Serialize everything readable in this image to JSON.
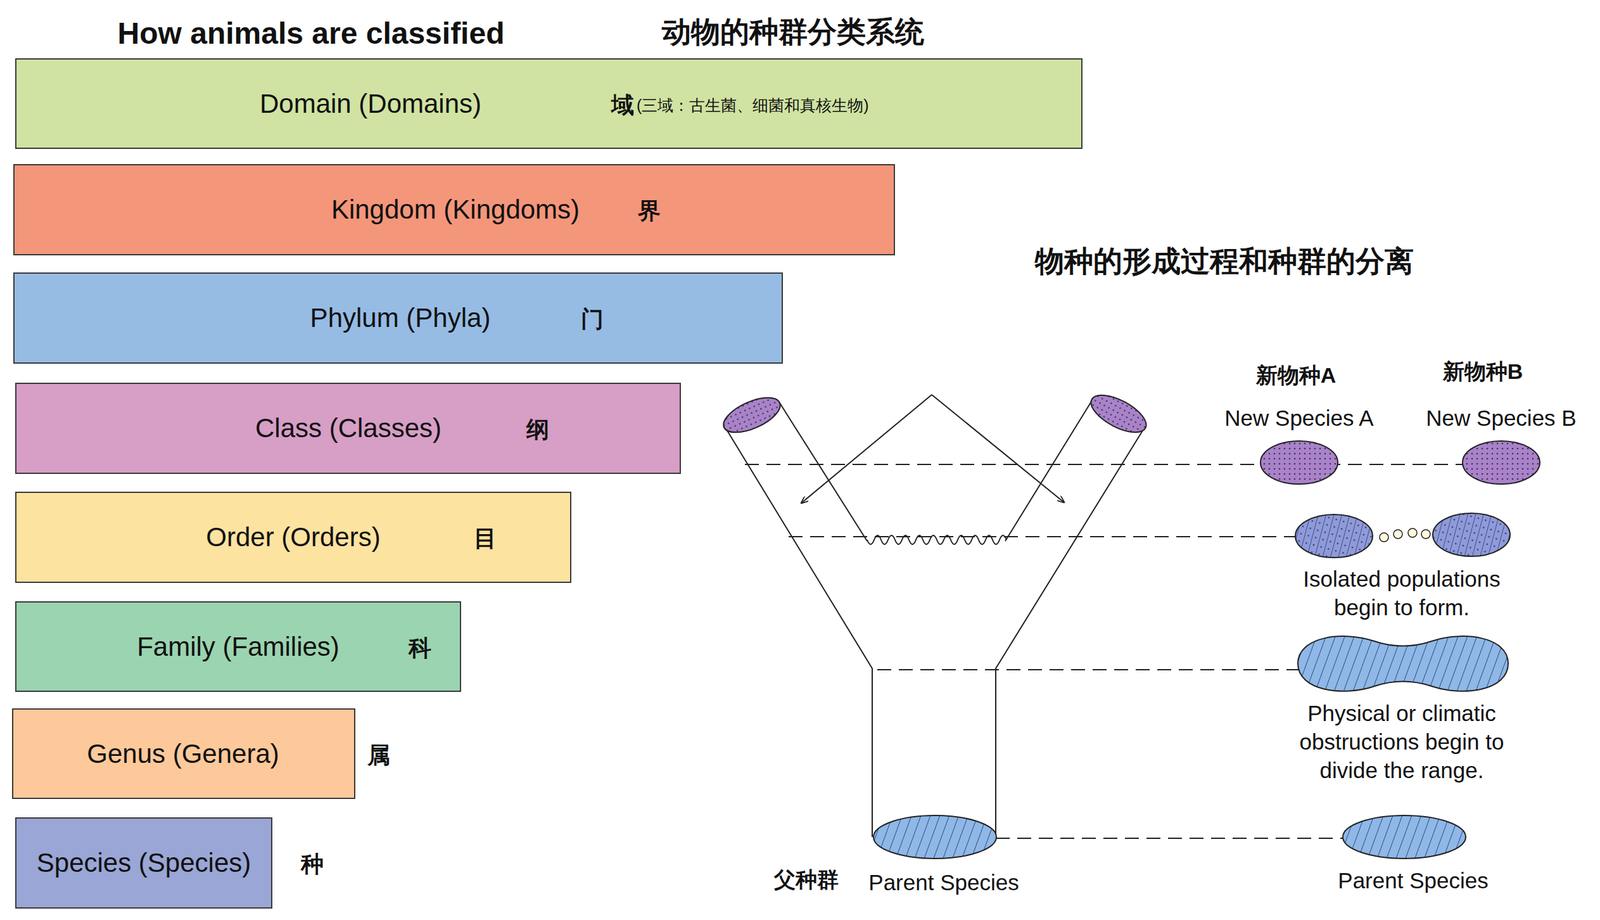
{
  "diagram": {
    "title": "How animals are classified",
    "nodes": [
      {
        "text": [
          "Domain (Domains)",
          "域",
          "(三域：古生菌、细菌和真核生物)"
        ]
      },
      {
        "text": [
          "Kingdom (Kingdoms)",
          "界"
        ]
      },
      {
        "text": [
          "Phylum (Phyla)",
          "门"
        ]
      },
      {
        "text": [
          "Class (Classes)",
          "纲"
        ]
      },
      {
        "text": [
          "Order (Orders)",
          "目"
        ]
      },
      {
        "text": [
          "Family (Families)",
          "科"
        ]
      },
      {
        "text": [
          "Genus (Genera)",
          "属"
        ]
      },
      {
        "text": [
          "Species (Species)",
          "种"
        ]
      }
    ],
    "edges": [],
    "labels": [
      "动物的种群分类系统",
      "物种的形成过程和种群的分离",
      "新物种A",
      "New Species A",
      "新物种B",
      "New Species B",
      "Isolated populations begin to form.",
      "Physical or climatic obstructions begin to divide the range.",
      "父种群",
      "Parent Species",
      "Parent Species"
    ]
  }
}
